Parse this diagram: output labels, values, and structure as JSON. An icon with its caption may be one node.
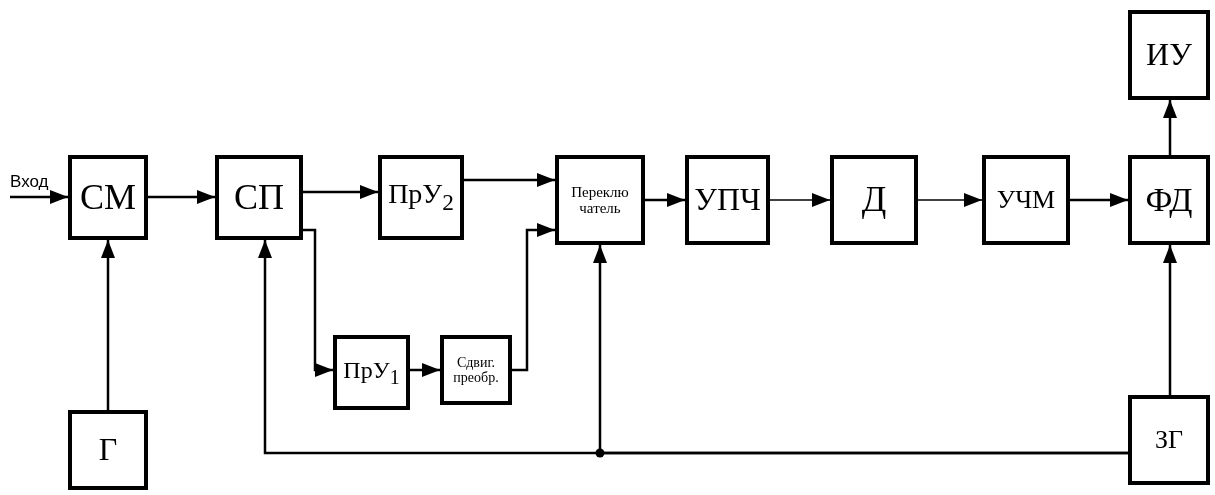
{
  "diagram": {
    "nodes": [
      {
        "text": [
          "СМ"
        ]
      },
      {
        "text": [
          "СП"
        ]
      },
      {
        "text": [
          "ПрУ$_{2}$"
        ]
      },
      {
        "text": [
          "Переклю чатель"
        ]
      },
      {
        "text": [
          "УПЧ"
        ]
      },
      {
        "text": [
          "Д"
        ]
      },
      {
        "text": [
          "УЧМ"
        ]
      },
      {
        "text": [
          "ФД"
        ]
      },
      {
        "text": [
          "ИУ"
        ]
      },
      {
        "text": [
          "ПрУ$_{1}$"
        ]
      },
      {
        "text": [
          "Сдвиг. преобр."
        ]
      },
      {
        "text": [
          "Г"
        ]
      },
      {
        "text": [
          "ЗГ"
        ]
      }
    ],
    "edges": [
      {
        "from": null,
        "to": 0,
        "arrow": "to",
        "label": "Вход"
      },
      {
        "from": 0,
        "to": 1,
        "arrow": "to"
      },
      {
        "from": 1,
        "to": 2,
        "arrow": "to"
      },
      {
        "from": 2,
        "to": 3,
        "arrow": "to"
      },
      {
        "from": 1,
        "to": 9,
        "arrow": "to"
      },
      {
        "from": 9,
        "to": 10,
        "arrow": "to"
      },
      {
        "from": 10,
        "to": 3,
        "arrow": "to"
      },
      {
        "from": 3,
        "to": 4,
        "arrow": "to"
      },
      {
        "from": 4,
        "to": 5,
        "arrow": "to"
      },
      {
        "from": 5,
        "to": 6,
        "arrow": "to"
      },
      {
        "from": 6,
        "to": 7,
        "arrow": "to"
      },
      {
        "from": 7,
        "to": 8,
        "arrow": "to"
      },
      {
        "from": 11,
        "to": 0,
        "arrow": "to"
      },
      {
        "from": 12,
        "to": 7,
        "arrow": "to"
      },
      {
        "from": 12,
        "to": 1,
        "arrow": "to"
      },
      {
        "from": 12,
        "to": 3,
        "arrow": "to"
      }
    ]
  }
}
